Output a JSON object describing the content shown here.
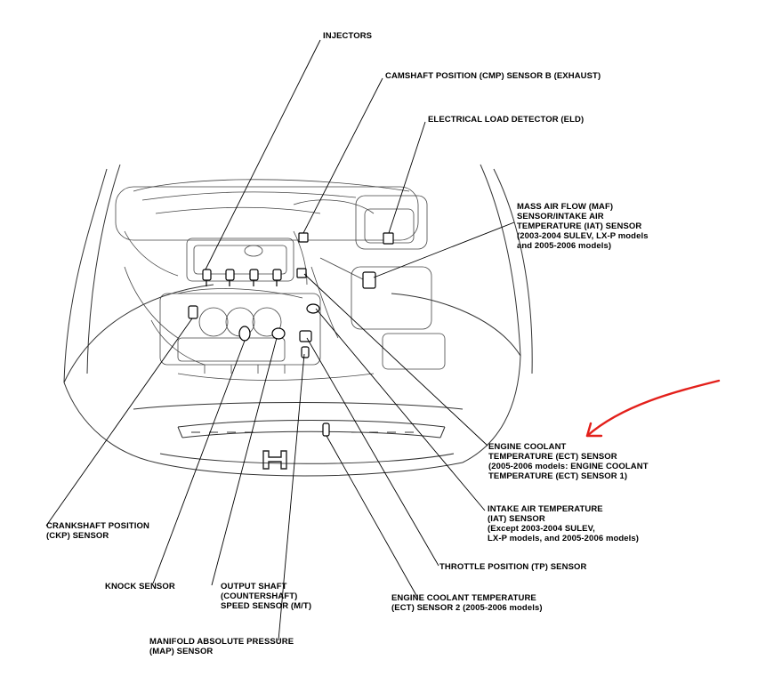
{
  "labels": {
    "injectors": [
      "INJECTORS"
    ],
    "cmp": [
      "CAMSHAFT POSITION (CMP) SENSOR B (EXHAUST)"
    ],
    "eld": [
      "ELECTRICAL LOAD DETECTOR (ELD)"
    ],
    "maf": [
      "MASS AIR FLOW (MAF)",
      "SENSOR/INTAKE AIR",
      "TEMPERATURE (IAT) SENSOR",
      "(2003-2004 SULEV, LX-P models",
      "and 2005-2006 models)"
    ],
    "ect": [
      "ENGINE COOLANT",
      "TEMPERATURE (ECT) SENSOR",
      "(2005-2006 models: ENGINE COOLANT",
      "TEMPERATURE (ECT) SENSOR 1)"
    ],
    "iat": [
      "INTAKE AIR TEMPERATURE",
      "(IAT) SENSOR",
      "(Except 2003-2004 SULEV,",
      "LX-P models, and 2005-2006 models)"
    ],
    "tp": [
      "THROTTLE POSITION (TP) SENSOR"
    ],
    "ect2": [
      "ENGINE COOLANT TEMPERATURE",
      "(ECT) SENSOR 2 (2005-2006 models)"
    ],
    "ckp": [
      "CRANKSHAFT POSITION",
      "(CKP) SENSOR"
    ],
    "knock": [
      "KNOCK SENSOR"
    ],
    "output_shaft": [
      "OUTPUT SHAFT",
      "(COUNTERSHAFT)",
      "SPEED SENSOR (M/T)"
    ],
    "map": [
      "MANIFOLD ABSOLUTE PRESSURE",
      "(MAP) SENSOR"
    ]
  },
  "colors": {
    "ink": "#000000",
    "annotation": "#e3201b"
  },
  "icons": {
    "logo": "honda-h-logo-icon"
  }
}
